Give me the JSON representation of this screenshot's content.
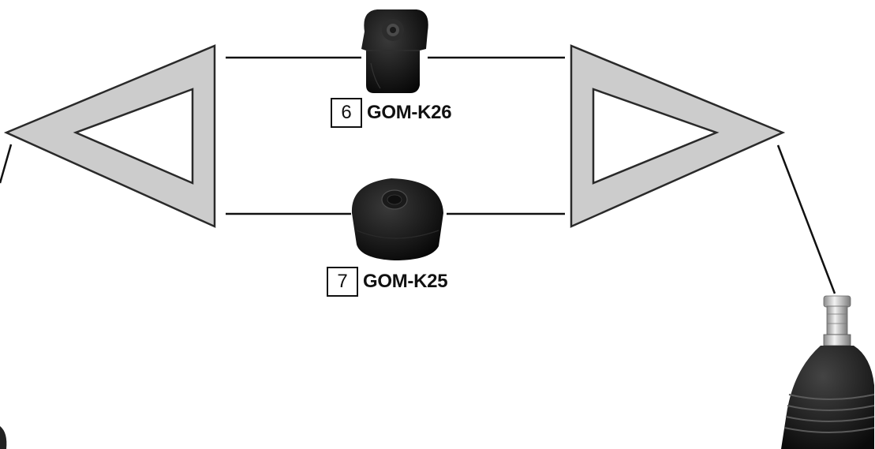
{
  "parts": [
    {
      "number": "6",
      "code": "GOM-K26"
    },
    {
      "number": "7",
      "code": "GOM-K25"
    }
  ],
  "colors": {
    "arm_fill": "#cccccc",
    "arm_stroke": "#2a2a2a",
    "line": "#111111",
    "rubber": "#141414",
    "metal": "#c8c8c8"
  },
  "icons": [
    "control-arm-left",
    "control-arm-right",
    "bushing-k26",
    "bushing-k25",
    "ball-joint"
  ]
}
